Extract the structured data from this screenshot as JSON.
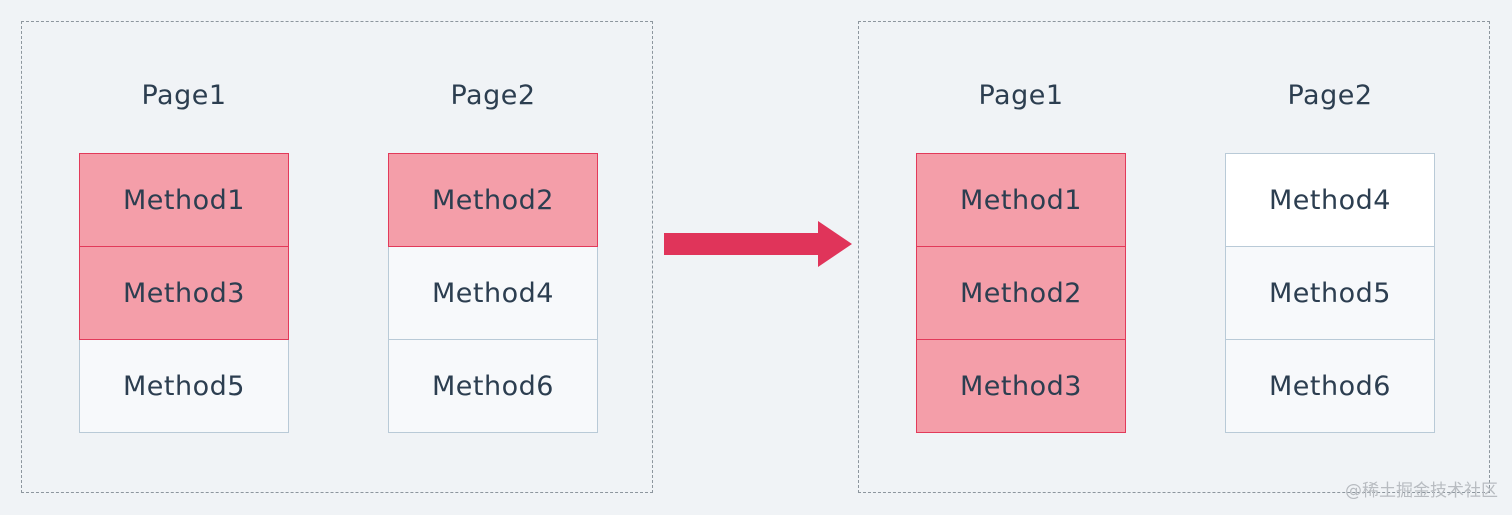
{
  "colors": {
    "background": "#f0f3f6",
    "highlight_fill": "#f49ea9",
    "highlight_border": "#e23a5a",
    "arrow": "#e0345a",
    "cell_border": "#b9cad7",
    "dashed_border": "#8d969e",
    "text": "#2c3e50"
  },
  "before": {
    "page1": {
      "title": "Page1",
      "methods": [
        {
          "label": "Method1",
          "state": "highlighted"
        },
        {
          "label": "Method3",
          "state": "highlighted"
        },
        {
          "label": "Method5",
          "state": "normal"
        }
      ]
    },
    "page2": {
      "title": "Page2",
      "methods": [
        {
          "label": "Method2",
          "state": "highlighted"
        },
        {
          "label": "Method4",
          "state": "normal"
        },
        {
          "label": "Method6",
          "state": "normal"
        }
      ]
    }
  },
  "after": {
    "page1": {
      "title": "Page1",
      "methods": [
        {
          "label": "Method1",
          "state": "highlighted"
        },
        {
          "label": "Method2",
          "state": "highlighted"
        },
        {
          "label": "Method3",
          "state": "highlighted"
        }
      ]
    },
    "page2": {
      "title": "Page2",
      "methods": [
        {
          "label": "Method4",
          "state": "white"
        },
        {
          "label": "Method5",
          "state": "normal"
        },
        {
          "label": "Method6",
          "state": "normal"
        }
      ]
    }
  },
  "arrow_icon": "right-arrow-icon",
  "watermark": "@稀土掘金技术社区"
}
